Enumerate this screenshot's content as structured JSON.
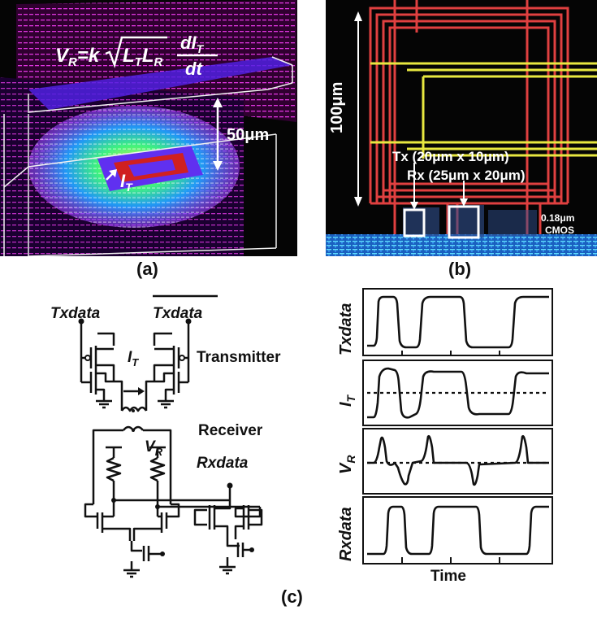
{
  "panel_a": {
    "label": "(a)",
    "eq_lhs": "V",
    "eq_lhs_sub": "R",
    "eq_eq": "=k",
    "eq_L1": "L",
    "eq_L1_sub": "T",
    "eq_L2": "L",
    "eq_L2_sub": "R",
    "eq_num": "dI",
    "eq_num_sub": "T",
    "eq_den": "dt",
    "spacing": "50μm",
    "current": "I",
    "current_sub": "T"
  },
  "panel_b": {
    "label": "(b)",
    "size": "100μm",
    "tx": "Tx (20μm x 10μm)",
    "rx": "Rx (25μm x 20μm)",
    "process_1": "0.18μm",
    "process_2": "CMOS"
  },
  "panel_c": {
    "label": "(c)",
    "txdata": "Txdata",
    "txdata_bar": "Txdata",
    "it": "I",
    "it_sub": "T",
    "transmitter": "Transmitter",
    "receiver": "Receiver",
    "vr": "V",
    "vr_sub": "R",
    "rxdata": "Rxdata",
    "wave_labels": [
      "Txdata",
      "I",
      "V",
      "Rxdata"
    ],
    "wave_subs": [
      "",
      "T",
      "R",
      ""
    ],
    "time": "Time"
  }
}
